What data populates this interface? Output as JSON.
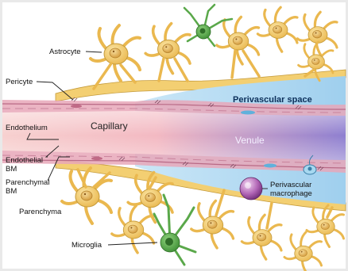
{
  "labels": {
    "astrocyte": "Astrocyte",
    "pericyte": "Pericyte",
    "endothelium": "Endothelium",
    "capillary": "Capillary",
    "endothelial_bm_line1": "Endothelial",
    "endothelial_bm_line2": "BM",
    "parenchymal_bm_line1": "Parenchymal",
    "parenchymal_bm_line2": "BM",
    "parenchyma": "Parenchyma",
    "microglia": "Microglia",
    "perivascular_space": "Perivascular space",
    "venule": "Venule",
    "perivascular_macrophage_line1": "Perivascular",
    "perivascular_macrophage_line2": "macrophage"
  },
  "colors": {
    "background": "#e9e9e9",
    "panel": "#ffffff",
    "astrocyte": "#f3cf72",
    "astrocyte_outline": "#c49a3a",
    "microglia": "#5aa84a",
    "perivascular_space": "#a9d6f0",
    "vessel_wall": "#e7a7b8",
    "capillary_lumen": "#f6c6c6",
    "venule_lumen": "#8a7fcf",
    "macrophage": "#9a4aa0"
  }
}
